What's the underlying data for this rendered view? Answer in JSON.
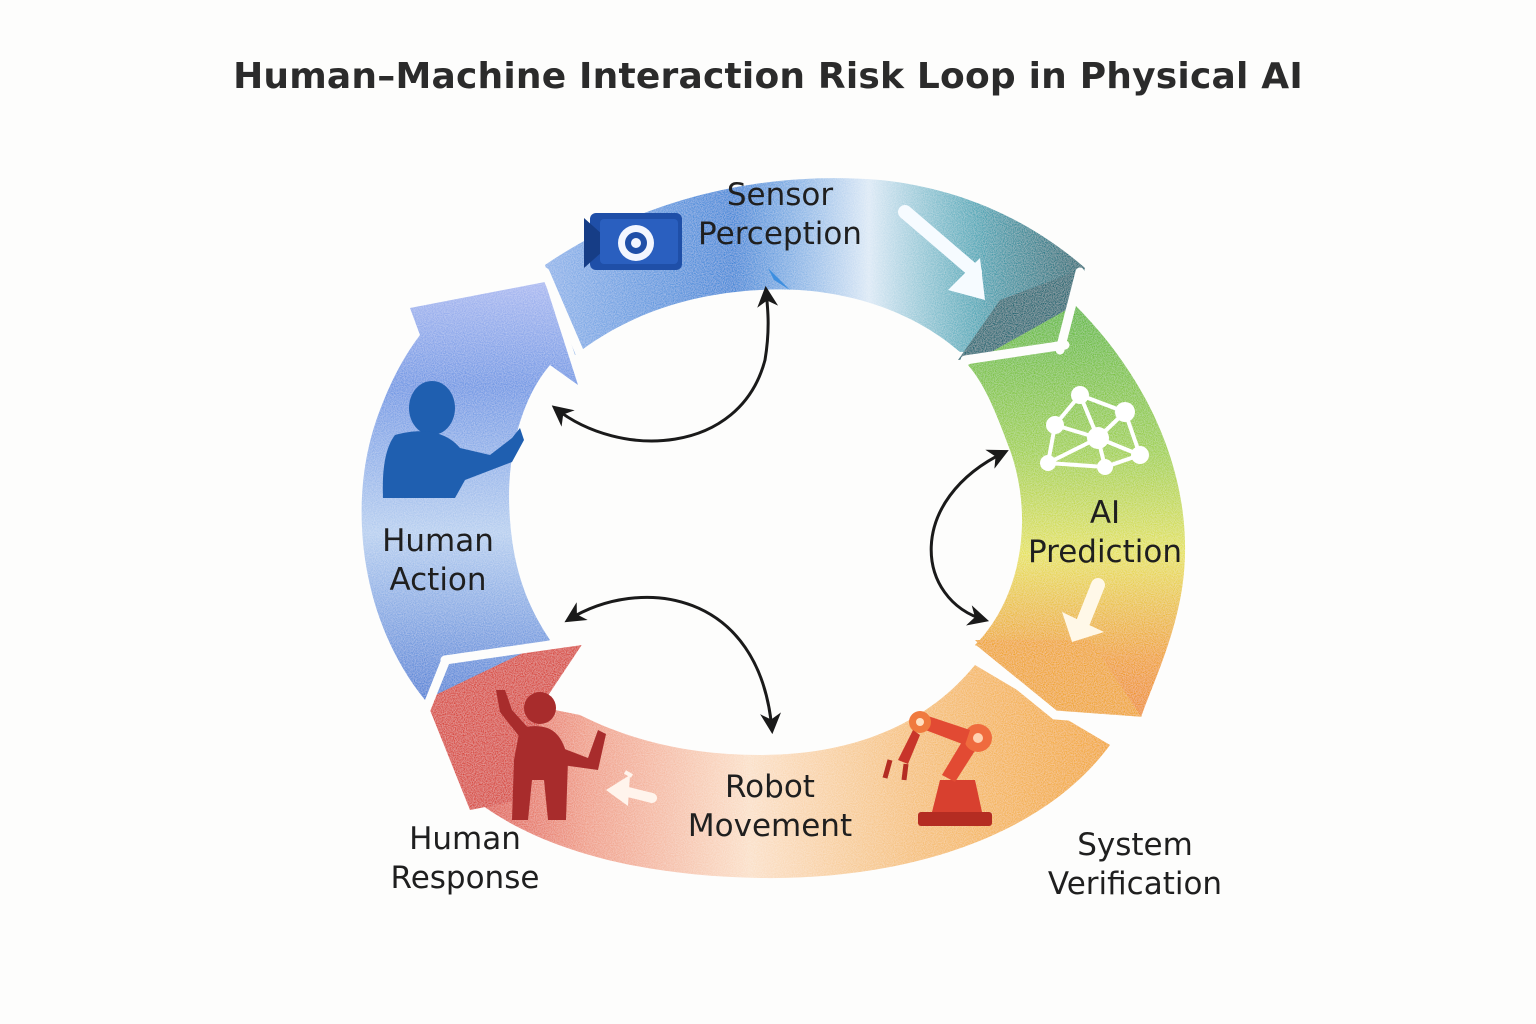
{
  "title": "Human–Machine Interaction Risk Loop in Physical AI",
  "stages": {
    "sensor": {
      "line1": "Sensor",
      "line2": "Perception",
      "icon": "camera-icon"
    },
    "ai": {
      "line1": "AI",
      "line2": "Prediction",
      "icon": "neural-network-icon"
    },
    "system": {
      "line1": "System",
      "line2": "Verification",
      "icon": "robot-arm-icon"
    },
    "robot": {
      "line1": "Robot",
      "line2": "Movement",
      "icon": "motion-arrow-icon"
    },
    "human_response": {
      "line1": "Human",
      "line2": "Response",
      "icon": "startled-person-icon"
    },
    "human_action": {
      "line1": "Human",
      "line2": "Action",
      "icon": "gesturing-person-icon"
    }
  },
  "colors": {
    "blue": "#3f7fd4",
    "teal": "#1f6f7a",
    "green": "#7cc43a",
    "orange": "#f29a2e",
    "red": "#d94a3f",
    "lavender": "#8ea6e6"
  }
}
